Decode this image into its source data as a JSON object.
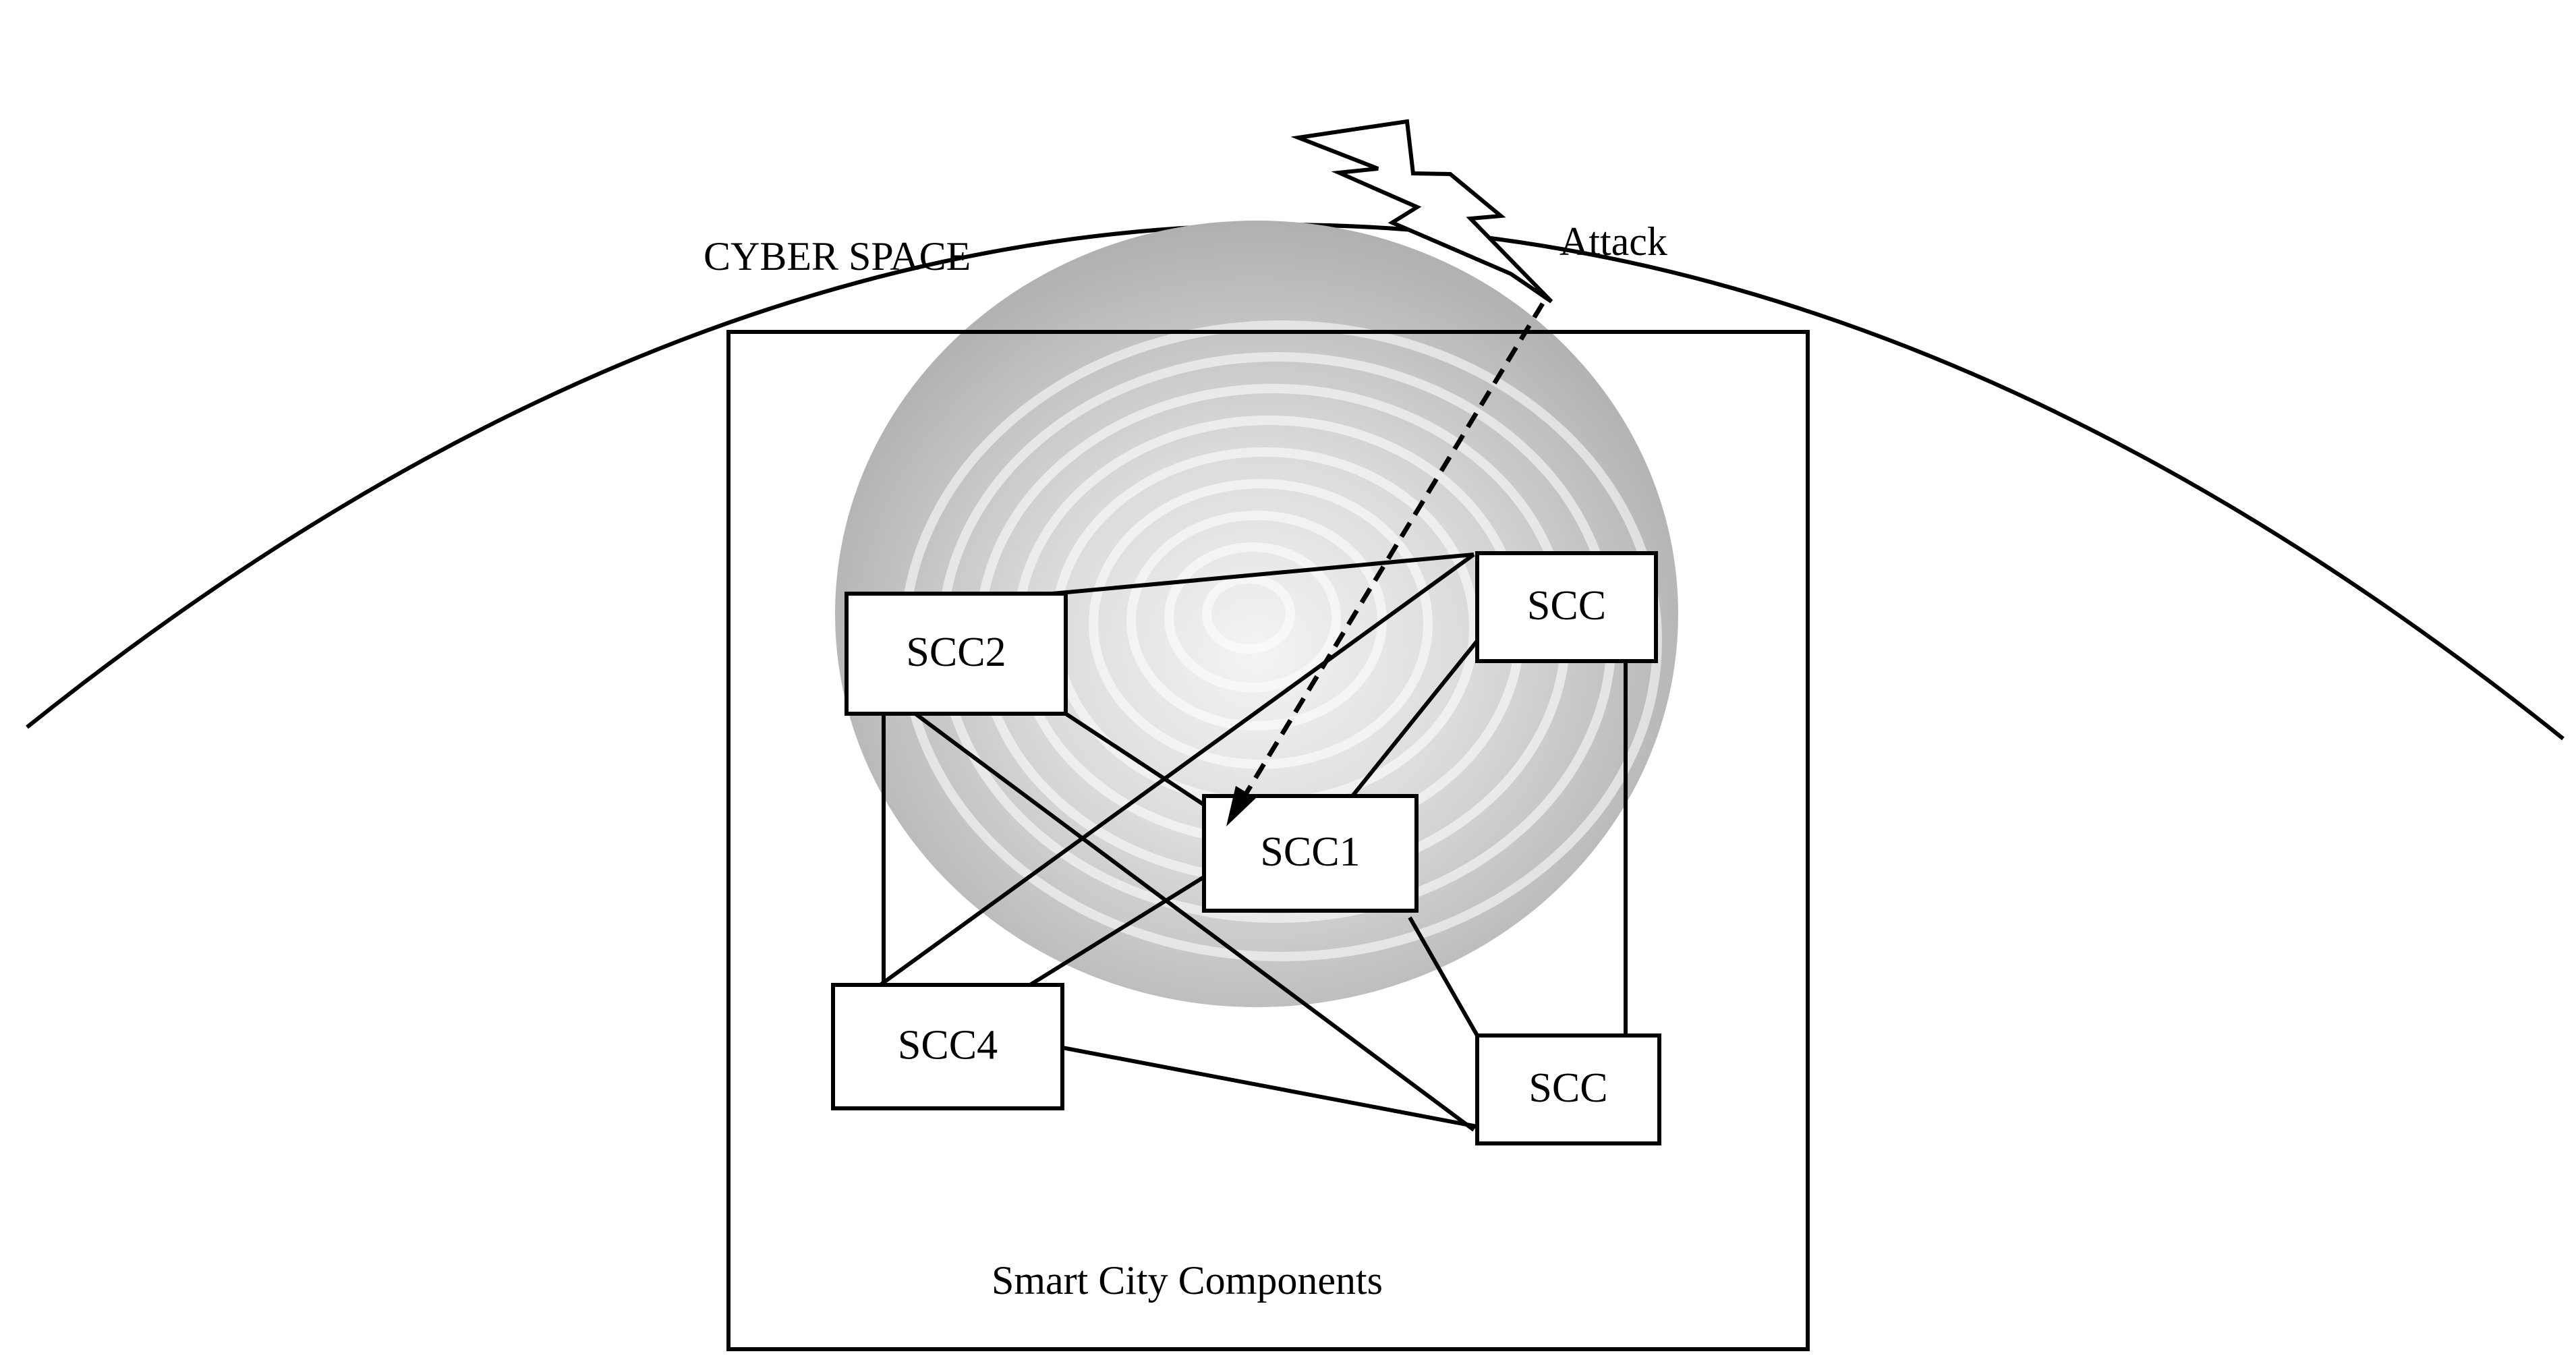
{
  "labels": {
    "cyber_space": "CYBER SPACE",
    "attack": "Attack",
    "smart_city_components": "Smart City Components"
  },
  "nodes": [
    {
      "id": "scc2",
      "label": "SCC2"
    },
    {
      "id": "scc3",
      "label": "SCC"
    },
    {
      "id": "scc1",
      "label": "SCC1"
    },
    {
      "id": "scc4",
      "label": "SCC4"
    },
    {
      "id": "scc5",
      "label": "SCC"
    }
  ],
  "edges": [
    [
      "scc2",
      "scc3"
    ],
    [
      "scc2",
      "scc1"
    ],
    [
      "scc2",
      "scc5"
    ],
    [
      "scc2",
      "scc4"
    ],
    [
      "scc3",
      "scc4"
    ],
    [
      "scc3",
      "scc1"
    ],
    [
      "scc3",
      "scc5"
    ],
    [
      "scc1",
      "scc4"
    ],
    [
      "scc1",
      "scc5"
    ],
    [
      "scc4",
      "scc5"
    ]
  ],
  "attack_target": "scc1",
  "colors": {
    "stroke": "#000000",
    "background": "#ffffff",
    "sphere_light": "#f2f2f2",
    "sphere_dark": "#b3b3b3"
  },
  "icons": {
    "attack": "lightning-bolt-icon",
    "cyber_space": "ripple-sphere-icon"
  }
}
